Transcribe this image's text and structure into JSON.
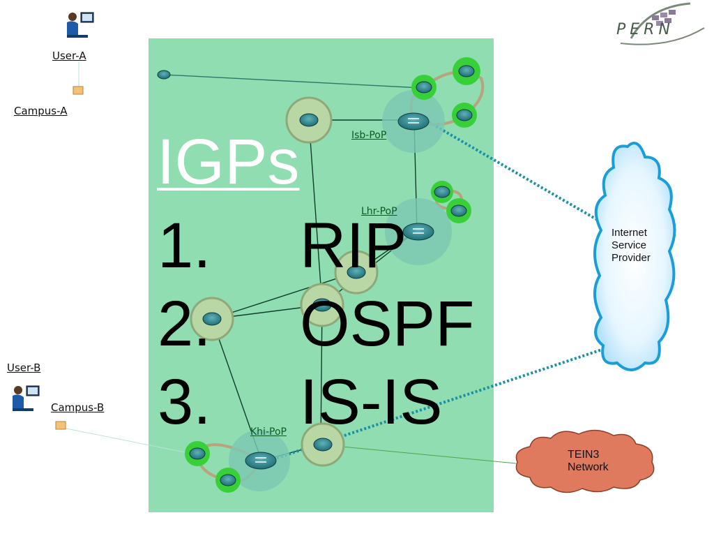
{
  "user_a": {
    "name": "User-A",
    "campus": "Campus-A"
  },
  "user_b": {
    "name": "User-B",
    "campus": "Campus-B"
  },
  "pops": {
    "isb": "Isb-PoP",
    "lhr": "Lhr-PoP",
    "khi": "Khi-PoP"
  },
  "slide": {
    "title": "IGPs",
    "items": [
      {
        "num": "1.",
        "text": "RIP"
      },
      {
        "num": "2.",
        "text": "OSPF"
      },
      {
        "num": "3.",
        "text": "IS-IS"
      }
    ]
  },
  "isp_cloud": {
    "lines": [
      "Internet",
      "Service",
      "Provider"
    ]
  },
  "tein_cloud": {
    "lines": [
      "TEIN3",
      "Network"
    ]
  },
  "logo": {
    "text": "PERN"
  },
  "colors": {
    "panel": "#8fddb0",
    "isp_cloud_edge": "#1a9ed8",
    "tein_cloud_fill": "#e07a5f",
    "dotted_link": "#1a8fa8"
  }
}
